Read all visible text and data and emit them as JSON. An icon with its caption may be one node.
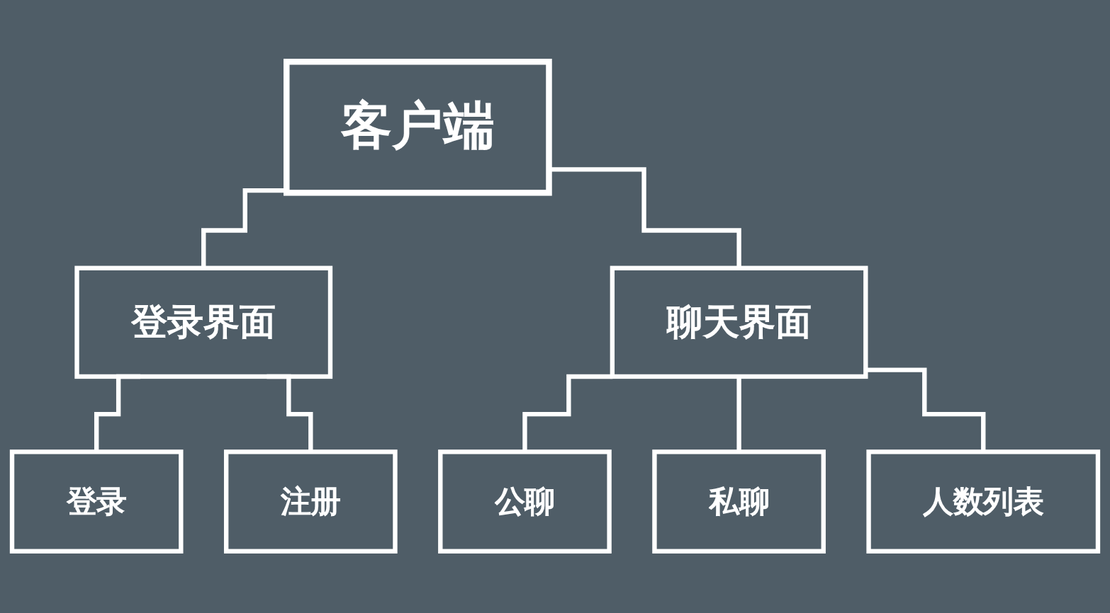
{
  "diagram": {
    "nodes": [
      {
        "text": [
          "客户端"
        ]
      },
      {
        "text": [
          "登录界面"
        ]
      },
      {
        "text": [
          "聊天界面"
        ]
      },
      {
        "text": [
          "登录"
        ]
      },
      {
        "text": [
          "注册"
        ]
      },
      {
        "text": [
          "公聊"
        ]
      },
      {
        "text": [
          "私聊"
        ]
      },
      {
        "text": [
          "人数列表"
        ]
      }
    ],
    "edges": [
      {
        "from": 0,
        "to": 1,
        "arrow": "none"
      },
      {
        "from": 0,
        "to": 2,
        "arrow": "none"
      },
      {
        "from": 1,
        "to": 3,
        "arrow": "none"
      },
      {
        "from": 1,
        "to": 4,
        "arrow": "none"
      },
      {
        "from": 2,
        "to": 5,
        "arrow": "none"
      },
      {
        "from": 2,
        "to": 6,
        "arrow": "none"
      },
      {
        "from": 2,
        "to": 7,
        "arrow": "none"
      }
    ]
  }
}
